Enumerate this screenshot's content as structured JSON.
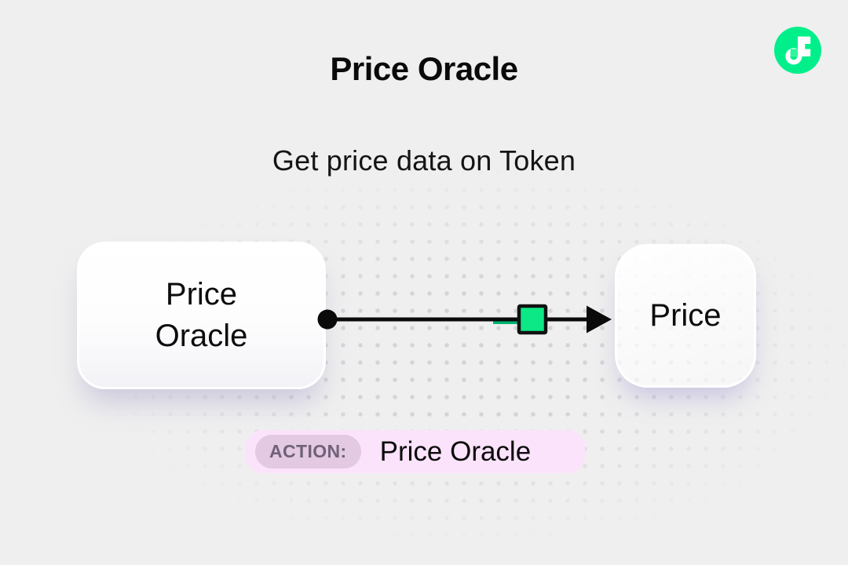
{
  "page": {
    "title": "Price Oracle",
    "subtitle": "Get price data on Token"
  },
  "logo": {
    "name": "flow-logo",
    "circle_color": "#00EF8B",
    "accent_color": "#2af79c"
  },
  "diagram": {
    "source_node": {
      "label": "Price\nOracle"
    },
    "target_node": {
      "label": "Price"
    },
    "connector": {
      "line_color": "#0a0a0a",
      "marker_color": "#0de886",
      "marker_shape": "square",
      "start_shape": "dot",
      "end_shape": "arrowhead"
    }
  },
  "action_badge": {
    "label": "ACTION:",
    "value": "Price Oracle",
    "bg_color": "#fbe3fb",
    "label_bg_color": "#e3c9e2"
  }
}
